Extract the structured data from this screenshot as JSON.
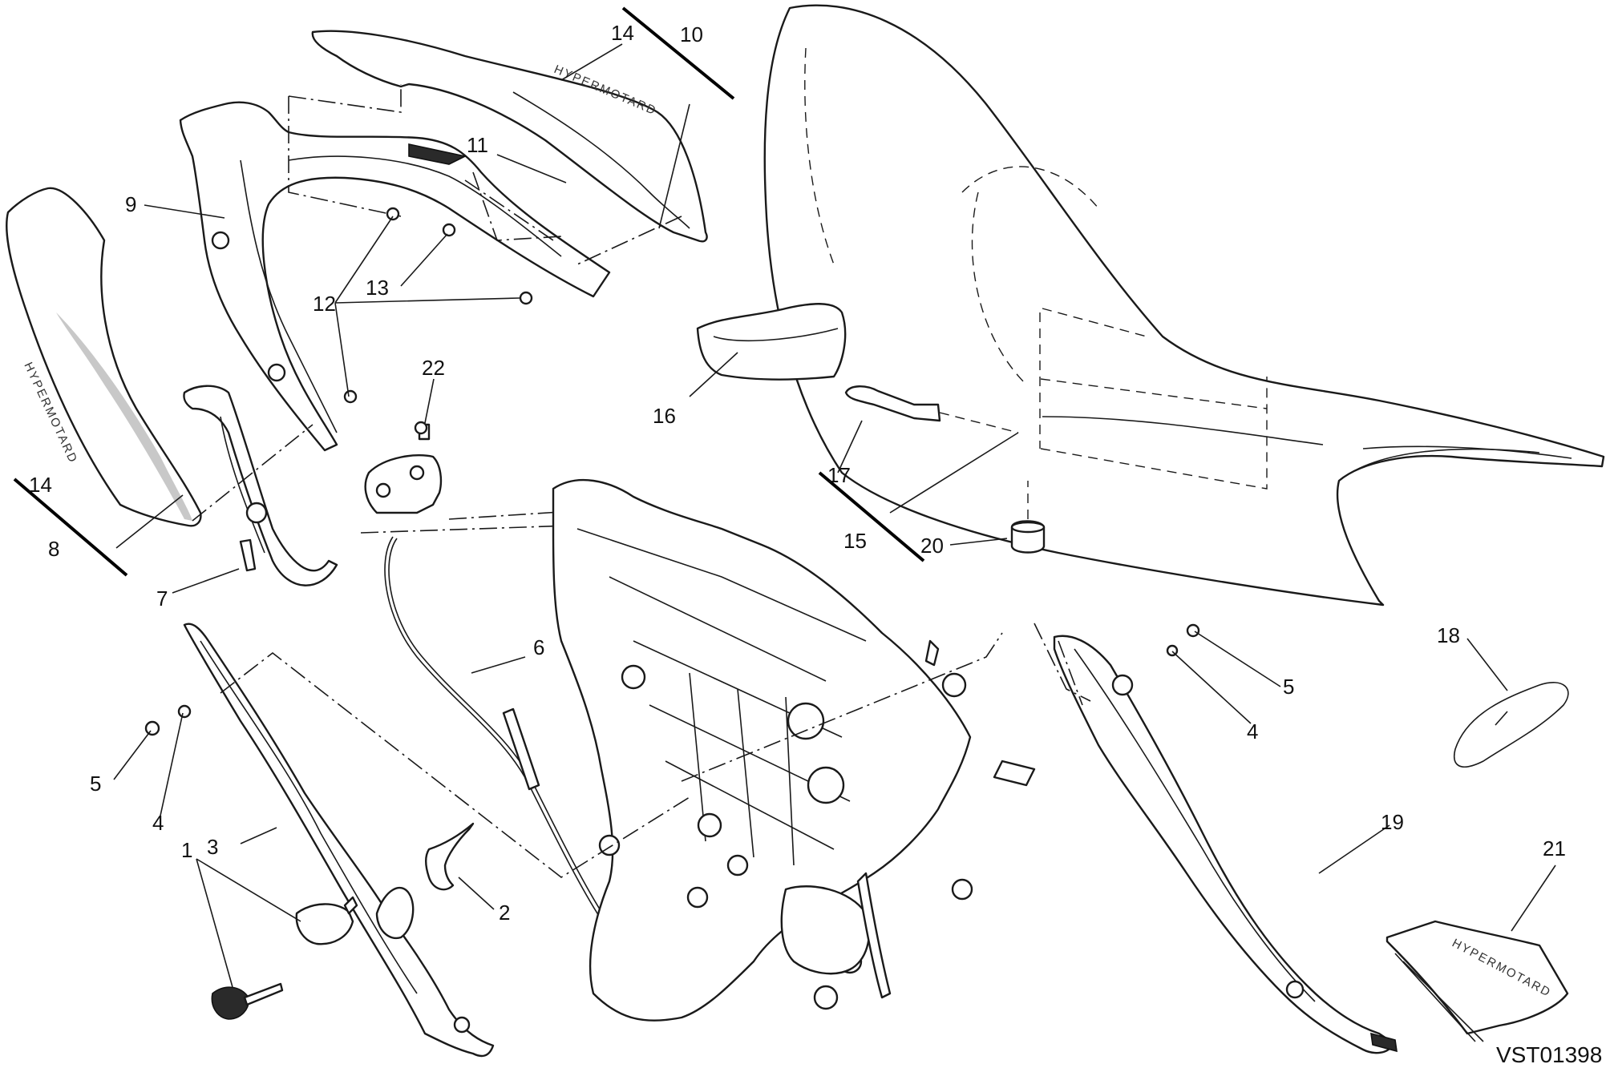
{
  "diagram": {
    "code": "VST01398",
    "logo_text": "HYPERMOTARD",
    "labels": [
      "1",
      "2",
      "3",
      "4",
      "5",
      "6",
      "7",
      "8",
      "9",
      "10",
      "11",
      "12",
      "13",
      "14",
      "15",
      "16",
      "17",
      "18",
      "19",
      "20",
      "21",
      "22"
    ]
  },
  "colors": {
    "line": "#1a1a1a",
    "background": "#ffffff",
    "stripe": "#c8c8c8"
  }
}
